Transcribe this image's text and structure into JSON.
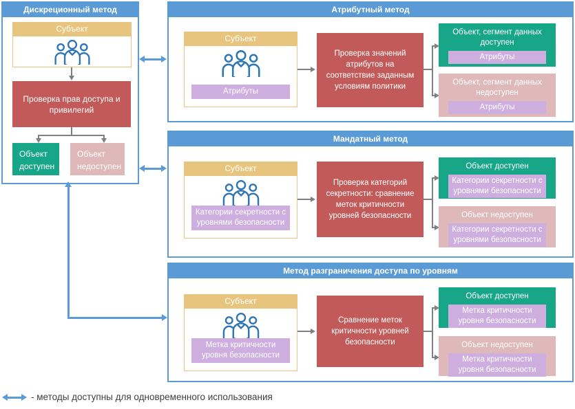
{
  "colors": {
    "accent_blue": "#5B9BD5",
    "gold": "#E8C57E",
    "red": "#C25A5A",
    "green": "#18A689",
    "pink": "#DFB9B9",
    "purple": "#CDAEDF",
    "connector_gray": "#7F7F7F"
  },
  "panels": {
    "discretionary": {
      "title": "Дискреционный метод",
      "subject_title": "Субъект",
      "process": "Проверка прав доступа и привилегий",
      "allowed_title": "Объект доступен",
      "denied_title": "Объект недоступен"
    },
    "attribute": {
      "title": "Атрибутный метод",
      "subject_title": "Субъект",
      "subject_label": "Атрибуты",
      "process": "Проверка значений атрибутов на соответствие заданным условиям политики",
      "allowed_title": "Объект, сегмент данных доступен",
      "allowed_label": "Атрибуты",
      "denied_title": "Объект, сегмент данных недоступен",
      "denied_label": "Атрибуты"
    },
    "mandatory": {
      "title": "Мандатный метод",
      "subject_title": "Субъект",
      "subject_label": "Категории секретности с уровнями безопасности",
      "process": "Проверка категорий секретности: сравнение меток критичности уровней безопасности",
      "allowed_title": "Объект доступен",
      "allowed_label": "Категории секретности с уровнями безопасности",
      "denied_title": "Объект недоступен",
      "denied_label": "Категории секретности с уровнями безопасности"
    },
    "levels": {
      "title": "Метод разграничения доступа по уровням",
      "subject_title": "Субъект",
      "subject_label": "Метка критичности уровня безопасности",
      "process": "Сравнение меток критичности уровней безопасности",
      "allowed_title": "Объект доступен",
      "allowed_label": "Метка критичности уровня безопасности",
      "denied_title": "Объект недоступен",
      "denied_label": "Метка критичности уровня безопасности"
    }
  },
  "legend": {
    "label": "- методы доступны для одновременного использования"
  }
}
